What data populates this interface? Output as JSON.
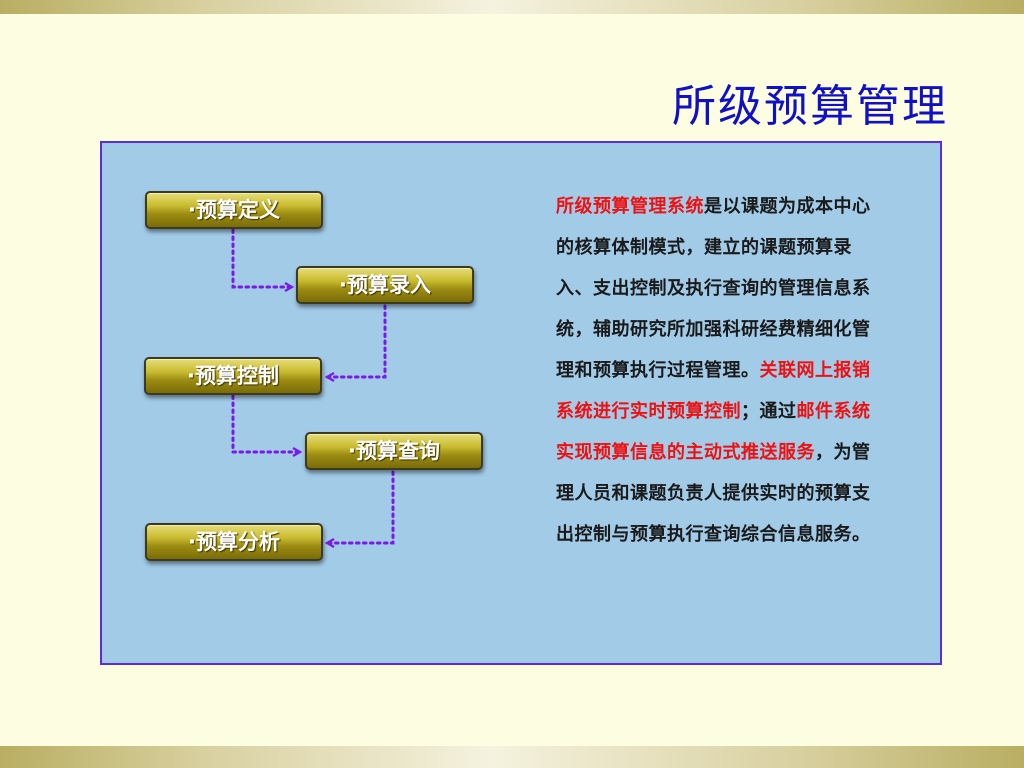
{
  "slide": {
    "title": "所级预算管理",
    "flow_buttons": [
      "·预算定义",
      "·预算录入",
      "·预算控制",
      "·预算查询",
      "·预算分析"
    ],
    "description": [
      {
        "text": "所级预算管理系统",
        "highlight": true
      },
      {
        "text": "是以课题为成本中心的核算体制模式，建立的课题预算录入、支出控制及执行查询的管理信息系统，辅助研究所加强科研经费精细化管理和预算执行过程管理。",
        "highlight": false
      },
      {
        "text": "关联网上报销系统进行实时预算控制",
        "highlight": true
      },
      {
        "text": "；通过",
        "highlight": false
      },
      {
        "text": "邮件系统实现预算信息的主动式推送服务",
        "highlight": true
      },
      {
        "text": "，为管理人员和课题负责人提供实时的预算支出控制与预算执行查询综合信息服务。",
        "highlight": false
      }
    ]
  },
  "colors": {
    "title": "#1010c8",
    "highlight": "#ee1111",
    "panel_bg": "#a2cbe8",
    "connector": "#7a1ae8"
  }
}
